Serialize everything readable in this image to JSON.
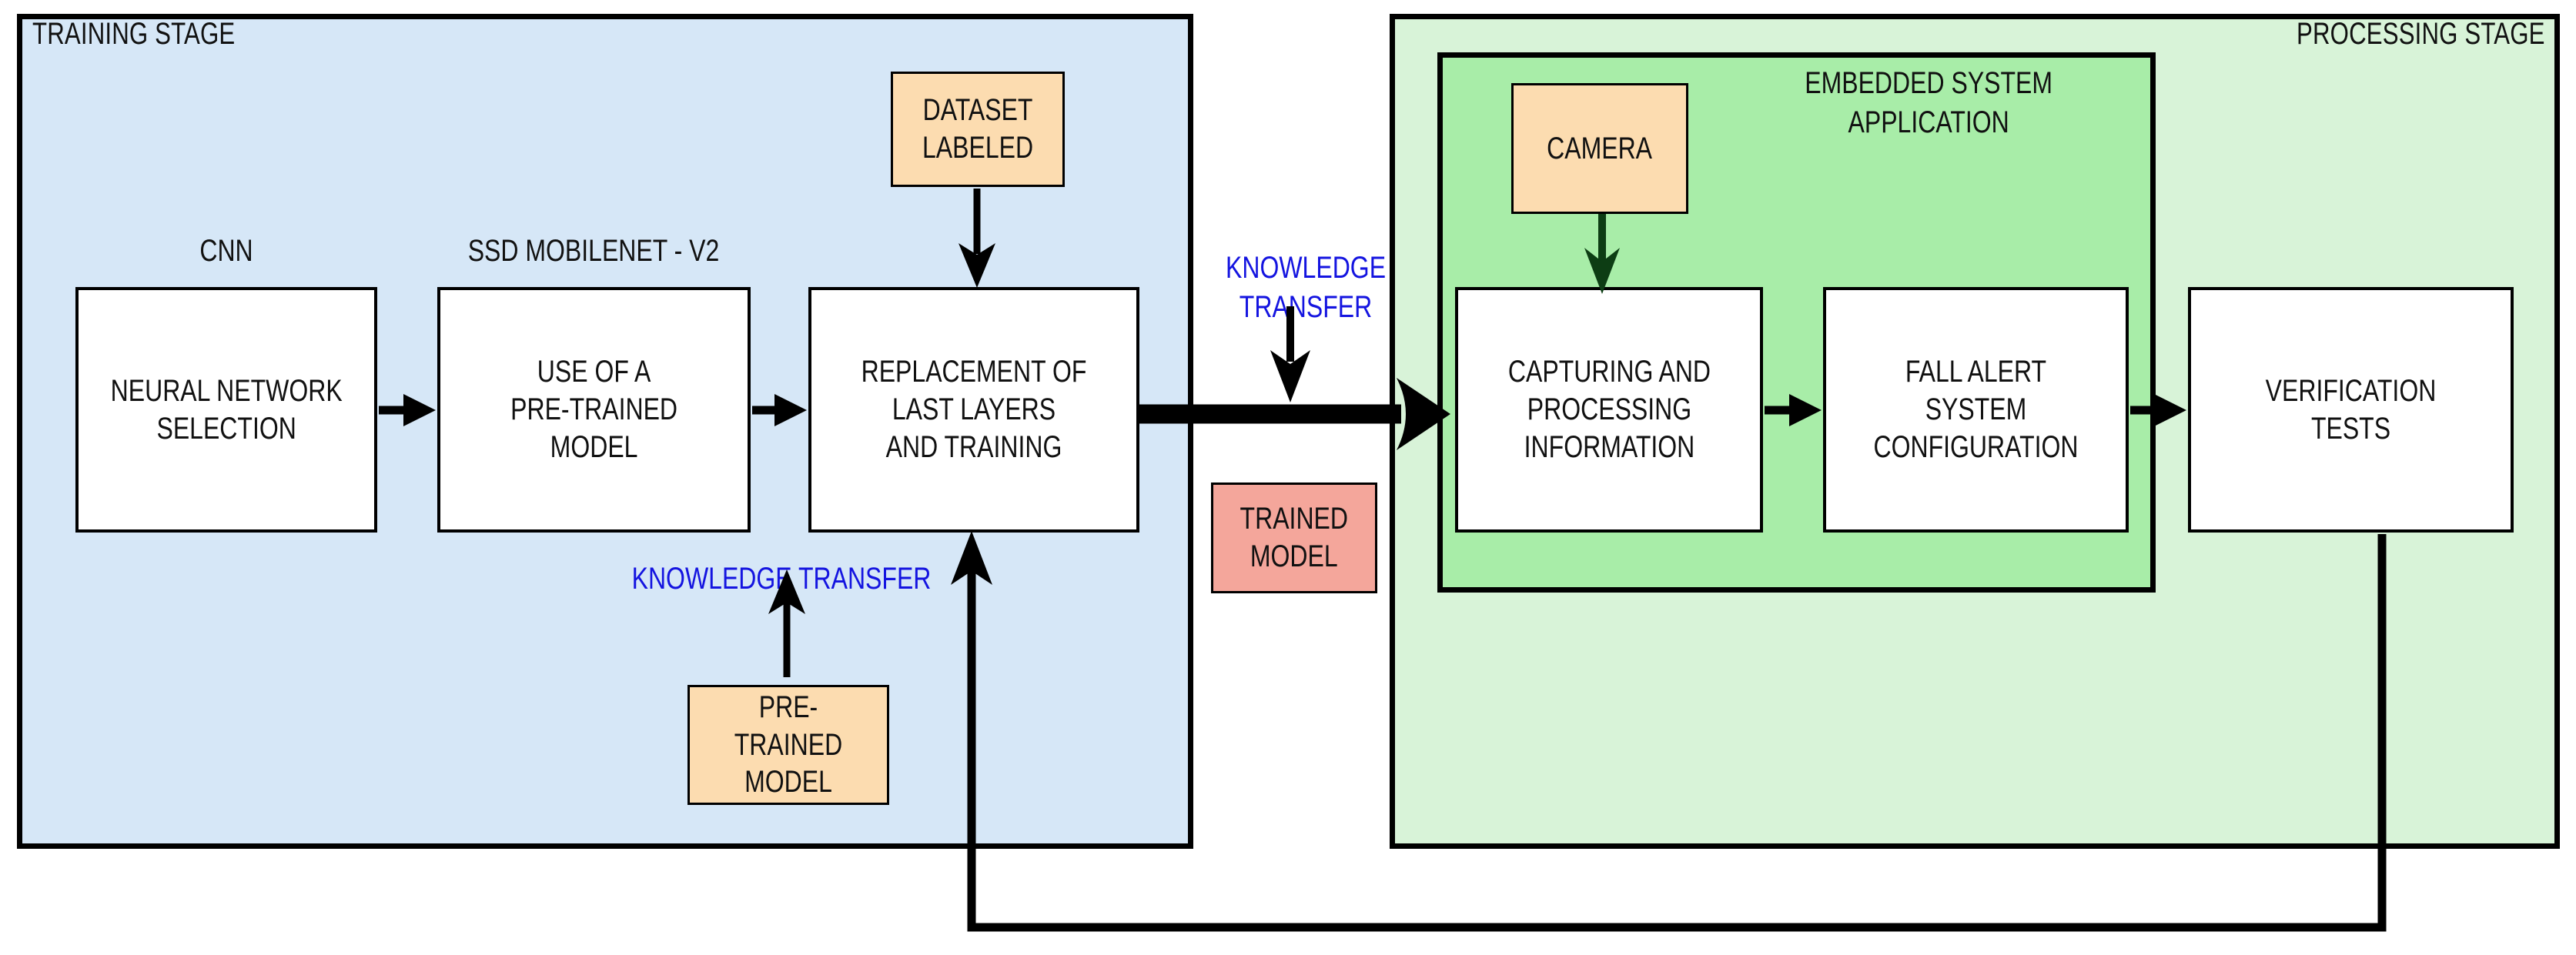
{
  "diagram": {
    "title_left": "TRAINING STAGE",
    "title_right": "PROCESSING STAGE",
    "title_embedded": "EMBEDDED SYSTEM\nAPPLICATION",
    "colors": {
      "training_panel": "#d6e7f7",
      "processing_panel": "#d8f3d8",
      "embedded_panel": "#a8eda8",
      "orange_box": "#fcdcb0",
      "red_box": "#f4a69b",
      "white_box": "#ffffff",
      "label_blue": "#1414e0",
      "stroke": "#000000",
      "camera_arrow": "#0d3d14"
    }
  },
  "training": {
    "captions": {
      "cnn": "CNN",
      "ssd": "SSD MOBILENET - V2",
      "knowledge_transfer": "KNOWLEDGE TRANSFER"
    },
    "nodes": {
      "neural_network_selection": "NEURAL NETWORK\nSELECTION",
      "use_pretrained_model": "USE OF A\nPRE-TRAINED\nMODEL",
      "replacement_last_layers": "REPLACEMENT OF\nLAST LAYERS\nAND TRAINING",
      "dataset_labeled": "DATASET\nLABELED",
      "pretrained_model": "PRE-TRAINED\nMODEL"
    }
  },
  "transfer": {
    "knowledge_transfer": "KNOWLEDGE\nTRANSFER",
    "trained_model": "TRAINED\nMODEL"
  },
  "processing": {
    "nodes": {
      "camera": "CAMERA",
      "capturing_processing_information": "CAPTURING AND\nPROCESSING\nINFORMATION",
      "fall_alert_system_configuration": "FALL ALERT SYSTEM\nCONFIGURATION",
      "verification_tests": "VERIFICATION TESTS"
    }
  }
}
